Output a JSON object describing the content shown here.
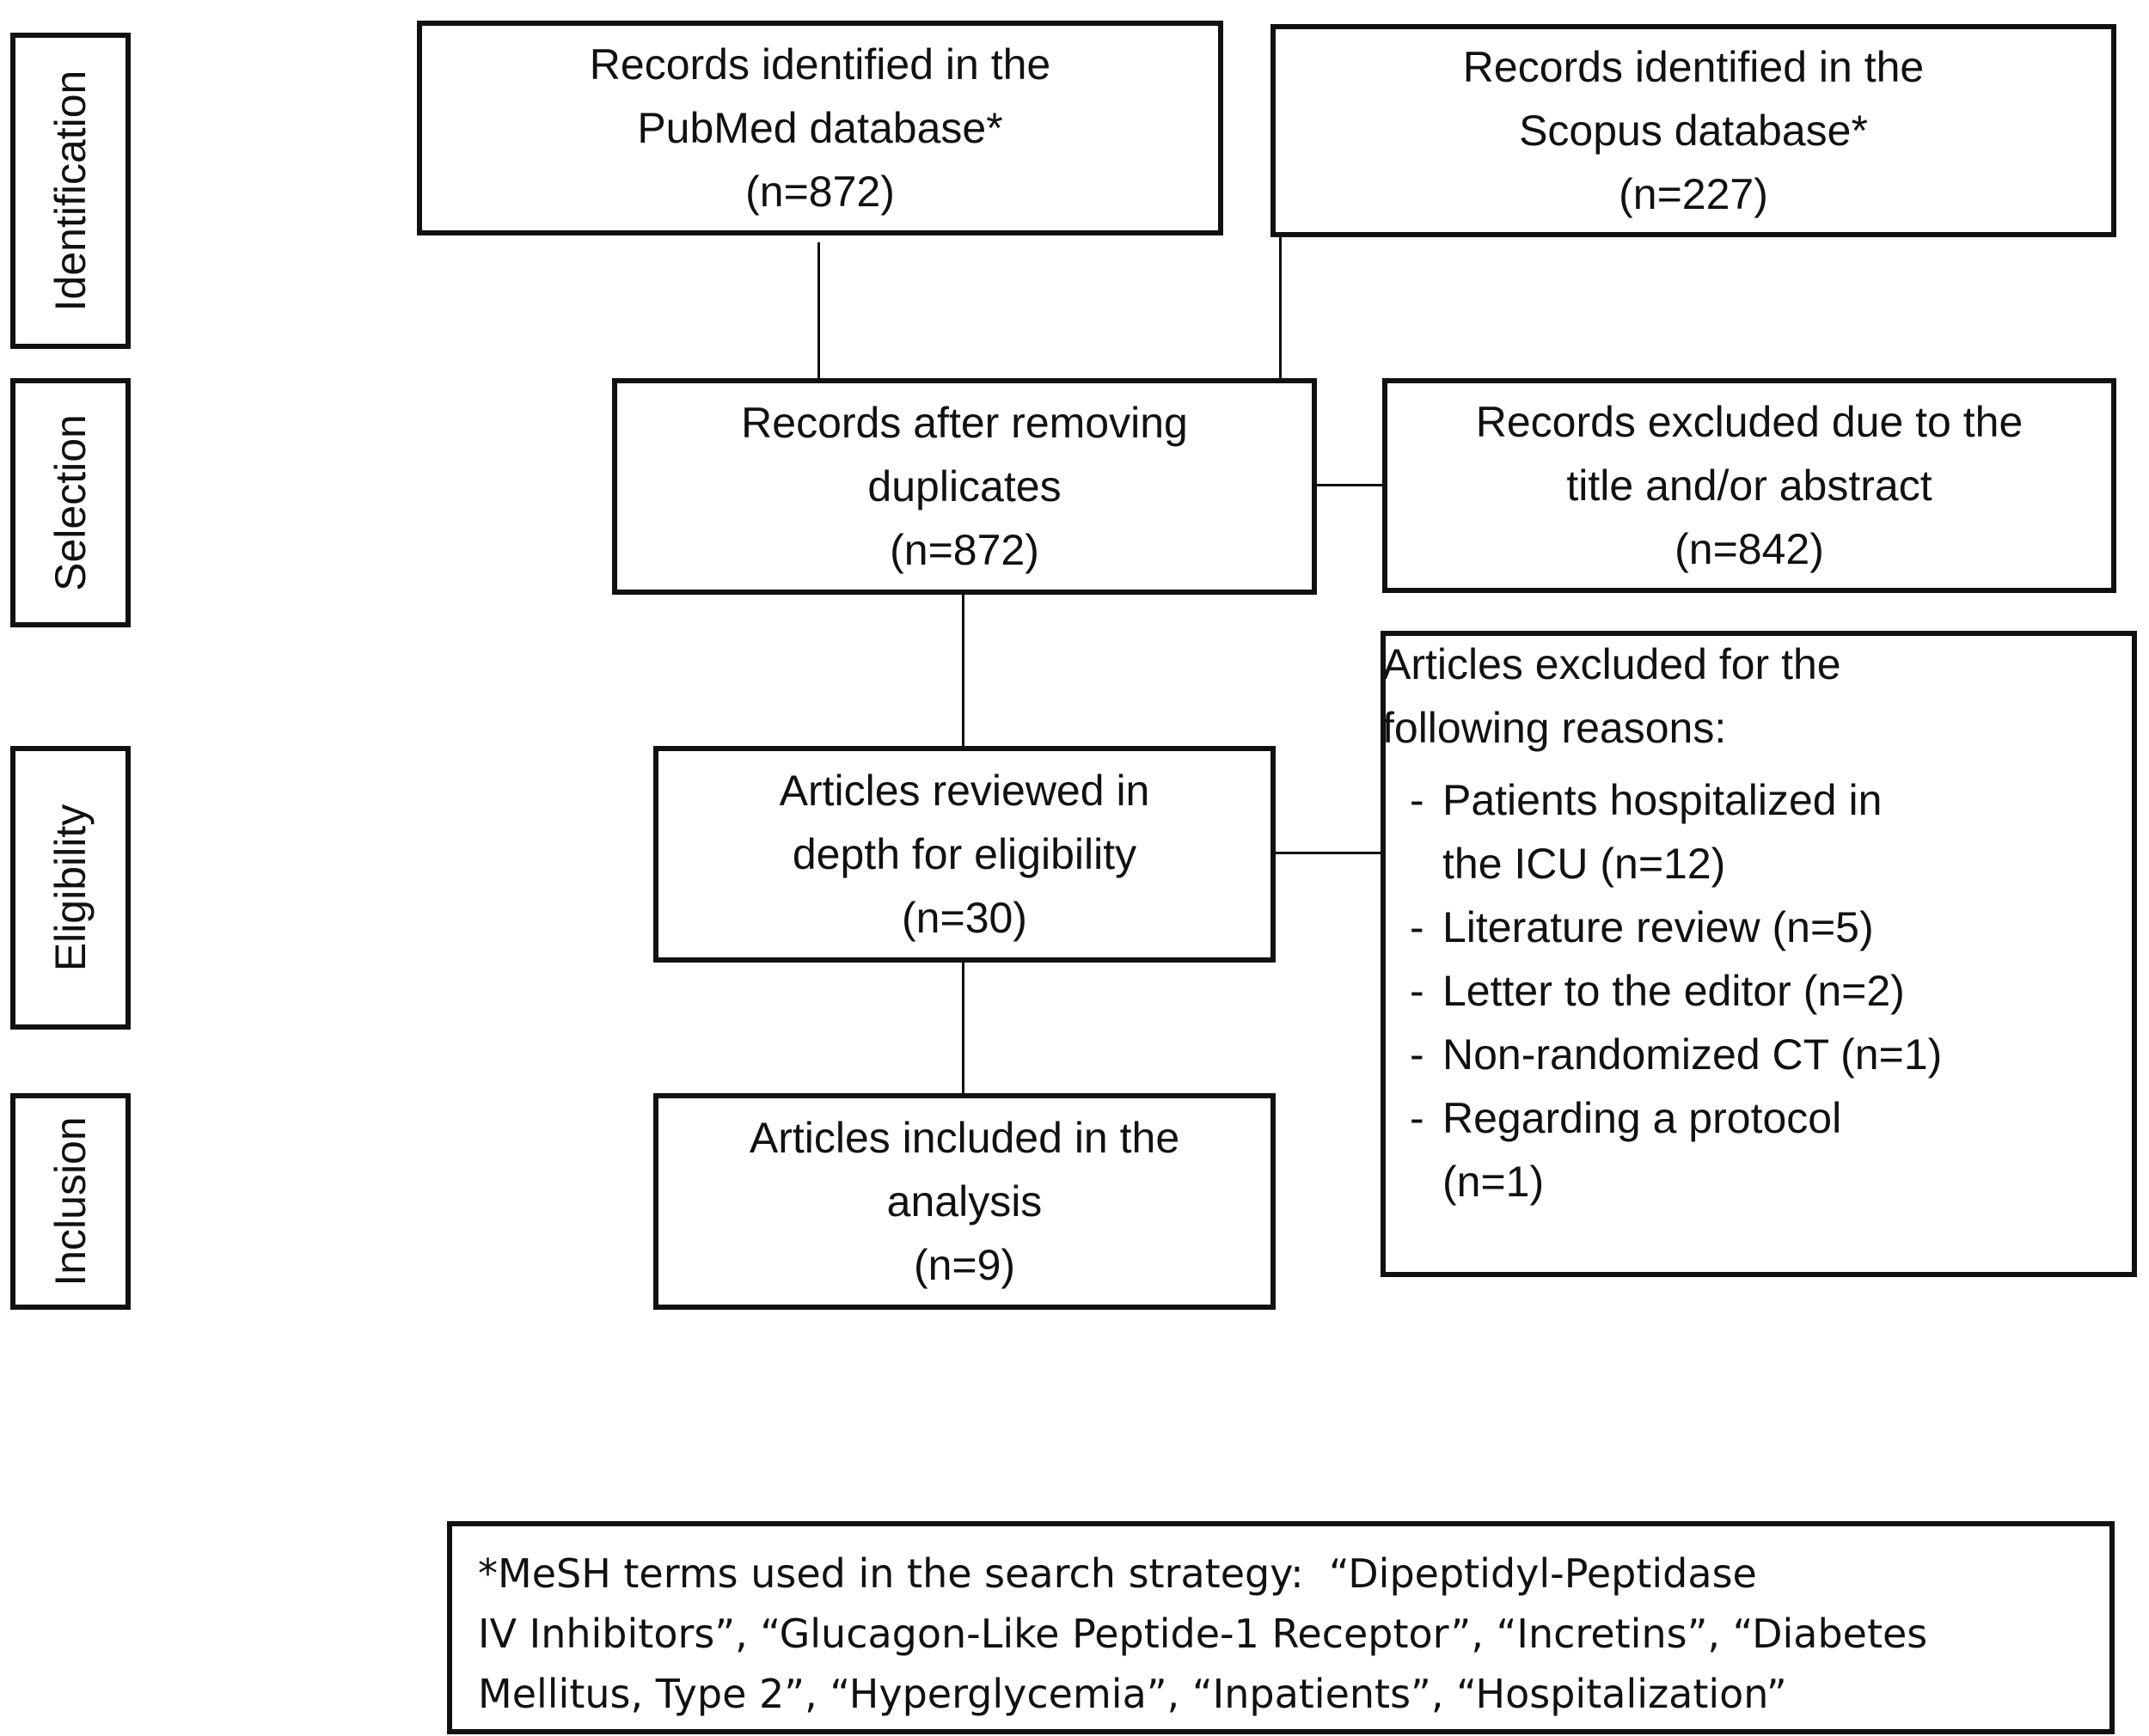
{
  "stages": {
    "identification": "Identification",
    "selection": "Selection",
    "eligibility": "Eligibility",
    "inclusion": "Inclusion"
  },
  "pubmed": {
    "line1": "Records identified in the",
    "line2": "PubMed database*",
    "count": "(n=872)"
  },
  "scopus": {
    "line1": "Records identified in the",
    "line2": "Scopus database*",
    "count": "(n=227)"
  },
  "after_duplicates": {
    "line1": "Records after removing",
    "line2": "duplicates",
    "count": "(n=872)"
  },
  "excluded_title": {
    "line1": "Records excluded due to the",
    "line2": "title and/or abstract",
    "count": "(n=842)"
  },
  "reviewed": {
    "line1": "Articles reviewed in",
    "line2": "depth for eligibility",
    "count": "(n=30)"
  },
  "excluded_reasons": {
    "line1": "Articles excluded for the",
    "line2": "following reasons:",
    "dash": "-",
    "items": [
      {
        "line1": "Patients hospitalized in",
        "line2": "the ICU (n=12)"
      },
      {
        "line1": "Literature review (n=5)"
      },
      {
        "line1": "Letter to the editor (n=2)"
      },
      {
        "line1": "Non-randomized CT (n=1)"
      },
      {
        "line1": "Regarding a protocol",
        "line2": "(n=1)"
      }
    ]
  },
  "included": {
    "line1": "Articles included in the",
    "line2": "analysis",
    "count": "(n=9)"
  },
  "mesh_note": {
    "line1": "*MeSH terms used in the search strategy:  “Dipeptidyl-Peptidase",
    "line2": "IV Inhibitors”, “Glucagon-Like Peptide-1 Receptor”, “Incretins”, “Diabetes",
    "line3": "Mellitus, Type 2”, “Hyperglycemia”, “Inpatients”, “Hospitalization”"
  }
}
